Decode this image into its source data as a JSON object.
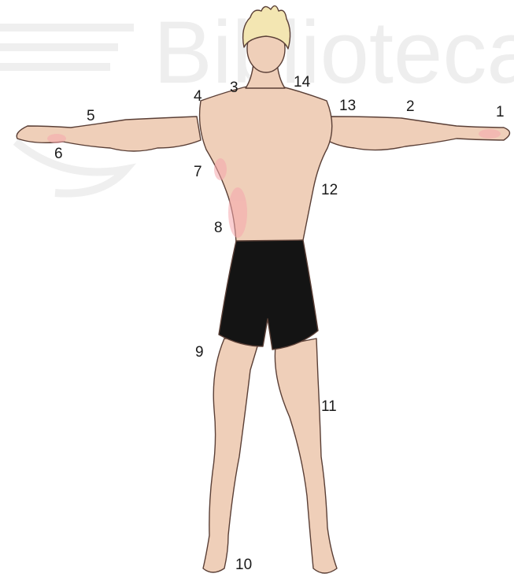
{
  "watermark": {
    "text": "Biblioteca"
  },
  "colors": {
    "skin": "#efcfb9",
    "skin_shadow": "#d7ac95",
    "skin_light": "#f6e1d2",
    "highlight": "#f6a7ad",
    "hair": "#f3e6b2",
    "hair_shadow": "#d8c588",
    "shorts": "#141414",
    "outline": "#5a3f36"
  },
  "labels": [
    {
      "id": "1",
      "text": "1"
    },
    {
      "id": "2",
      "text": "2"
    },
    {
      "id": "3",
      "text": "3"
    },
    {
      "id": "4",
      "text": "4"
    },
    {
      "id": "5",
      "text": "5"
    },
    {
      "id": "6",
      "text": "6"
    },
    {
      "id": "7",
      "text": "7"
    },
    {
      "id": "8",
      "text": "8"
    },
    {
      "id": "9",
      "text": "9"
    },
    {
      "id": "10",
      "text": "10"
    },
    {
      "id": "11",
      "text": "11"
    },
    {
      "id": "12",
      "text": "12"
    },
    {
      "id": "13",
      "text": "13"
    },
    {
      "id": "14",
      "text": "14"
    }
  ]
}
